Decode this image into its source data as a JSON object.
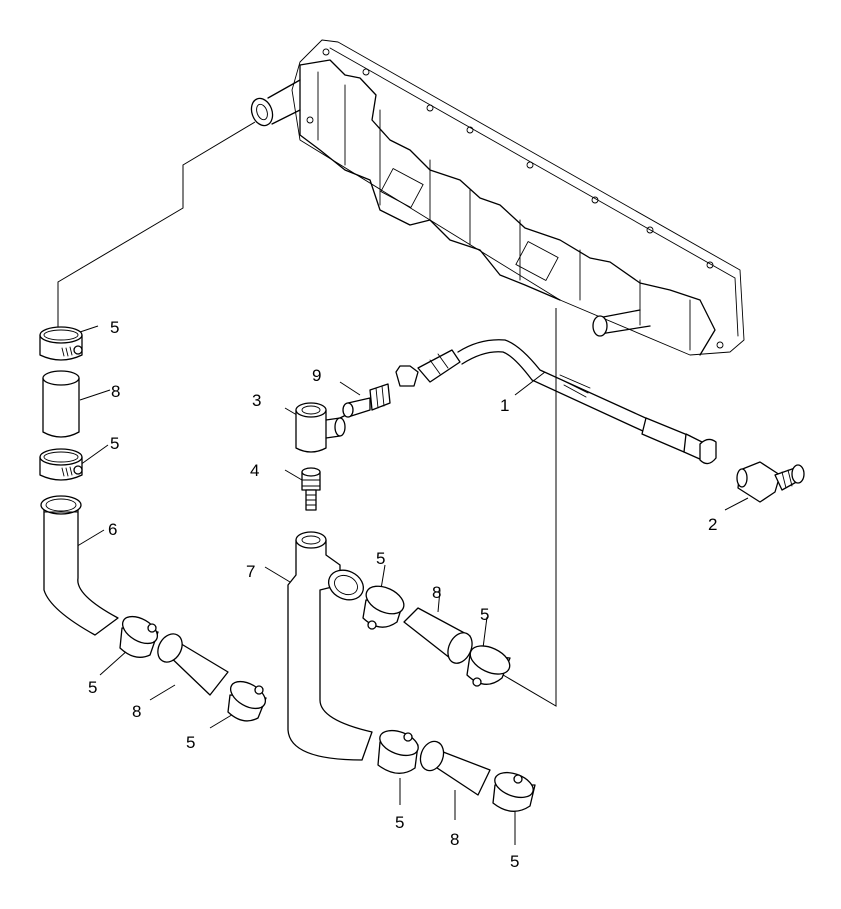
{
  "callouts": {
    "c1": "1",
    "c2": "2",
    "c3": "3",
    "c4": "4",
    "c5a": "5",
    "c5b": "5",
    "c5c": "5",
    "c5d": "5",
    "c5e": "5",
    "c5f": "5",
    "c5g": "5",
    "c5h": "5",
    "c6": "6",
    "c7": "7",
    "c8a": "8",
    "c8b": "8",
    "c8c": "8",
    "c8d": "8",
    "c9": "9"
  }
}
